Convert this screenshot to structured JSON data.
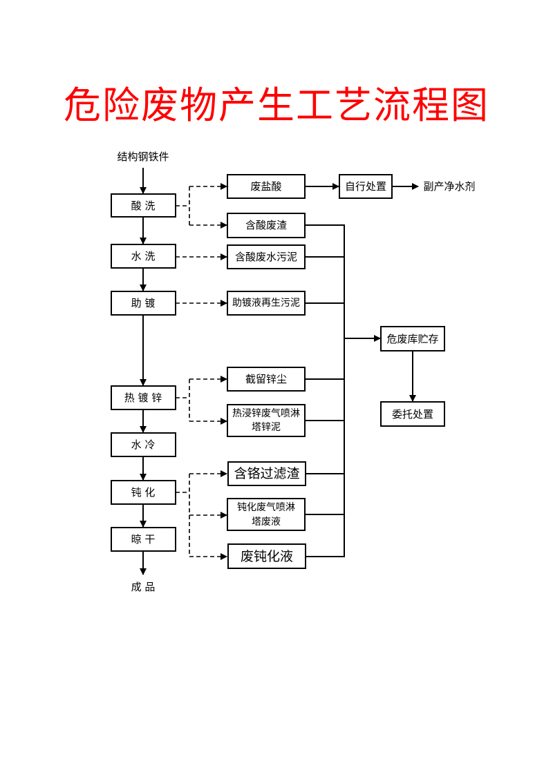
{
  "title": "危险废物产生工艺流程图",
  "colors": {
    "title": "#ff0000",
    "line": "#000000"
  },
  "input_label": "结构钢铁件",
  "output_label": "成 品",
  "process_steps": [
    {
      "id": "pickling",
      "label": "酸  洗"
    },
    {
      "id": "water-wash",
      "label": "水  洗"
    },
    {
      "id": "fluxing",
      "label": "助  镀"
    },
    {
      "id": "hot-dip",
      "label": "热  镀  锌"
    },
    {
      "id": "water-cool",
      "label": "水  冷"
    },
    {
      "id": "passivation",
      "label": "钝    化"
    },
    {
      "id": "drying",
      "label": "晾  干"
    }
  ],
  "waste_outputs": [
    {
      "id": "waste-hcl",
      "label": "废盐酸",
      "from": "pickling"
    },
    {
      "id": "acid-residue",
      "label": "含酸废渣",
      "from": "pickling"
    },
    {
      "id": "acid-sludge",
      "label": "含酸废水污泥",
      "from": "water-wash"
    },
    {
      "id": "flux-sludge",
      "label": "助镀液再生污泥",
      "from": "fluxing"
    },
    {
      "id": "zinc-dust",
      "label": "截留锌尘",
      "from": "hot-dip"
    },
    {
      "id": "zinc-scrubber-sludge",
      "label": [
        "热浸锌废气喷淋",
        "塔锌泥"
      ],
      "from": "hot-dip"
    },
    {
      "id": "chrome-residue",
      "label": "含铬过滤渣",
      "from": "passivation"
    },
    {
      "id": "passivation-scrubber-liquid",
      "label": [
        "钝化废气喷淋",
        "塔废液"
      ],
      "from": "passivation"
    },
    {
      "id": "waste-passivation-liquid",
      "label": "废钝化液",
      "from": "passivation"
    }
  ],
  "self_disposal": {
    "label": "自行处置",
    "byproduct": "副产净水剂"
  },
  "storage": {
    "label": "危废库贮存"
  },
  "entrusted_disposal": {
    "label": "委托处置"
  }
}
